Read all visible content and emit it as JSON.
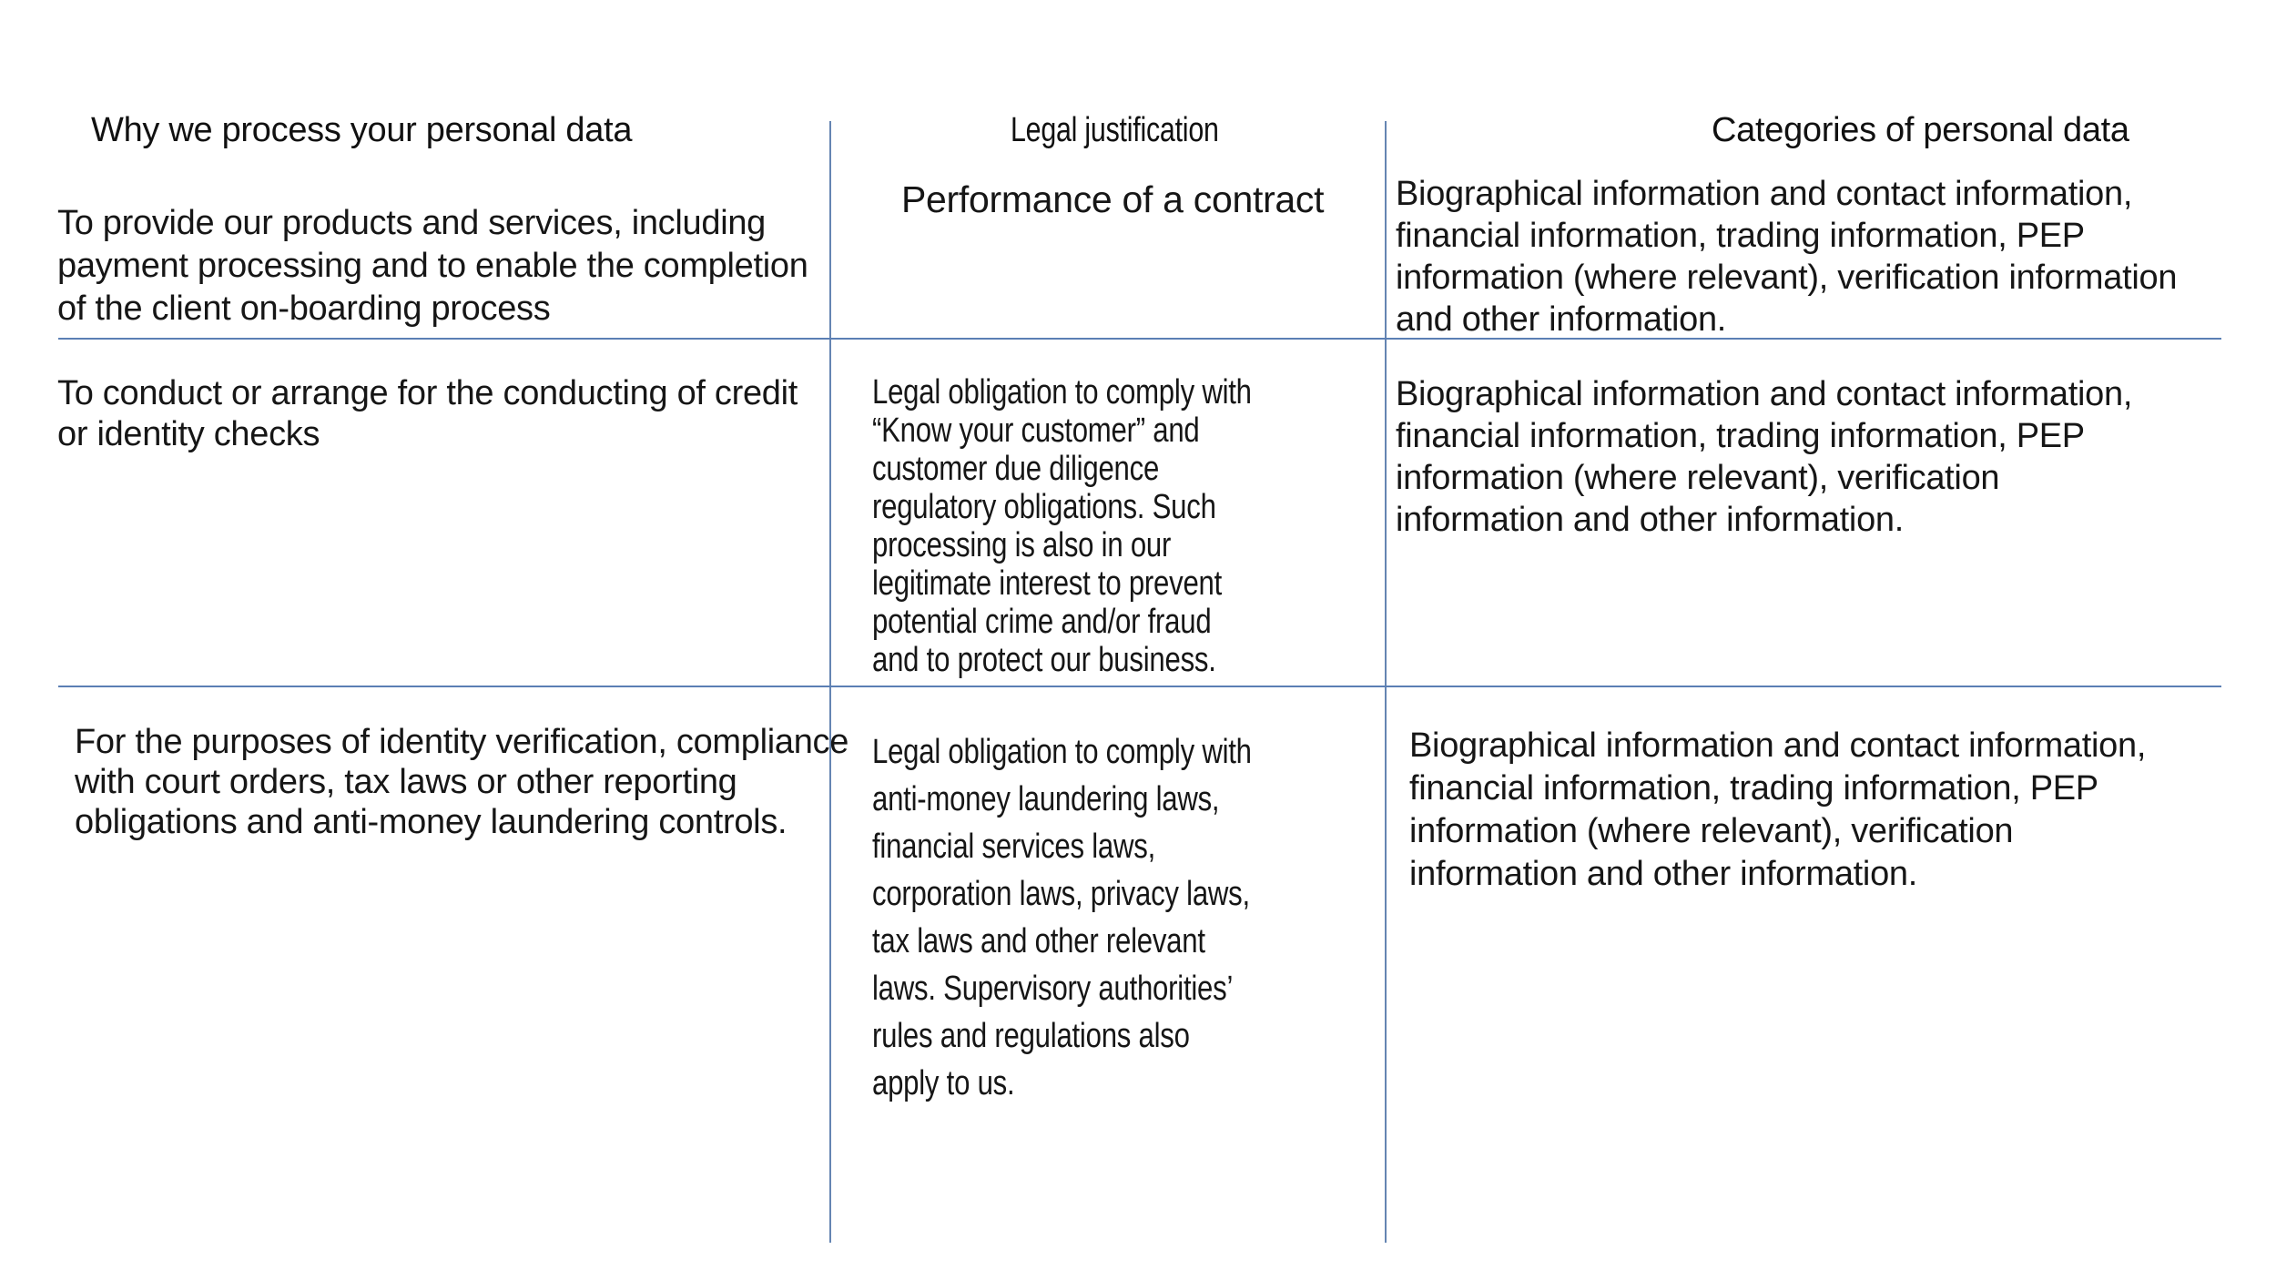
{
  "document": {
    "type": "privacy-policy-data-processing-table",
    "colors": {
      "background": "#ffffff",
      "text": "#161616",
      "rule_blue_horizontal": "#5b7fb4",
      "rule_blue_vertical": "#6585b2"
    }
  },
  "table": {
    "headers": [
      {
        "label": "Why we process your personal data"
      },
      {
        "label": "Legal justification"
      },
      {
        "label": "Categories of personal data"
      }
    ],
    "rows": [
      {
        "purpose": "To provide our products and services, including\npayment processing and to enable the completion\nof the client on-boarding process",
        "justification": "Performance of a contract",
        "categories": "Biographical information and contact information,\nfinancial information, trading information, PEP\ninformation (where relevant), verification information\nand other information."
      },
      {
        "purpose": "To conduct or arrange for the conducting of credit\nor identity checks",
        "justification": "Legal obligation to comply with\n“Know your customer” and\ncustomer due diligence\nregulatory obligations. Such\nprocessing is also in our\nlegitimate interest to prevent\npotential crime and/or fraud\nand to protect our business.",
        "categories": "Biographical information and contact information,\nfinancial information, trading information, PEP\ninformation (where relevant), verification\ninformation and other information."
      },
      {
        "purpose": "For the purposes of identity verification, compliance\nwith court orders, tax laws or other reporting\nobligations and anti-money laundering controls.",
        "justification": "Legal obligation to comply with\nanti-money laundering laws,\nfinancial services laws,\ncorporation laws, privacy laws,\ntax laws and other relevant\nlaws. Supervisory authorities’\nrules and regulations also\napply to us.",
        "categories": "Biographical information and contact information,\nfinancial information, trading information, PEP\ninformation (where relevant), verification\ninformation and other information."
      }
    ]
  }
}
